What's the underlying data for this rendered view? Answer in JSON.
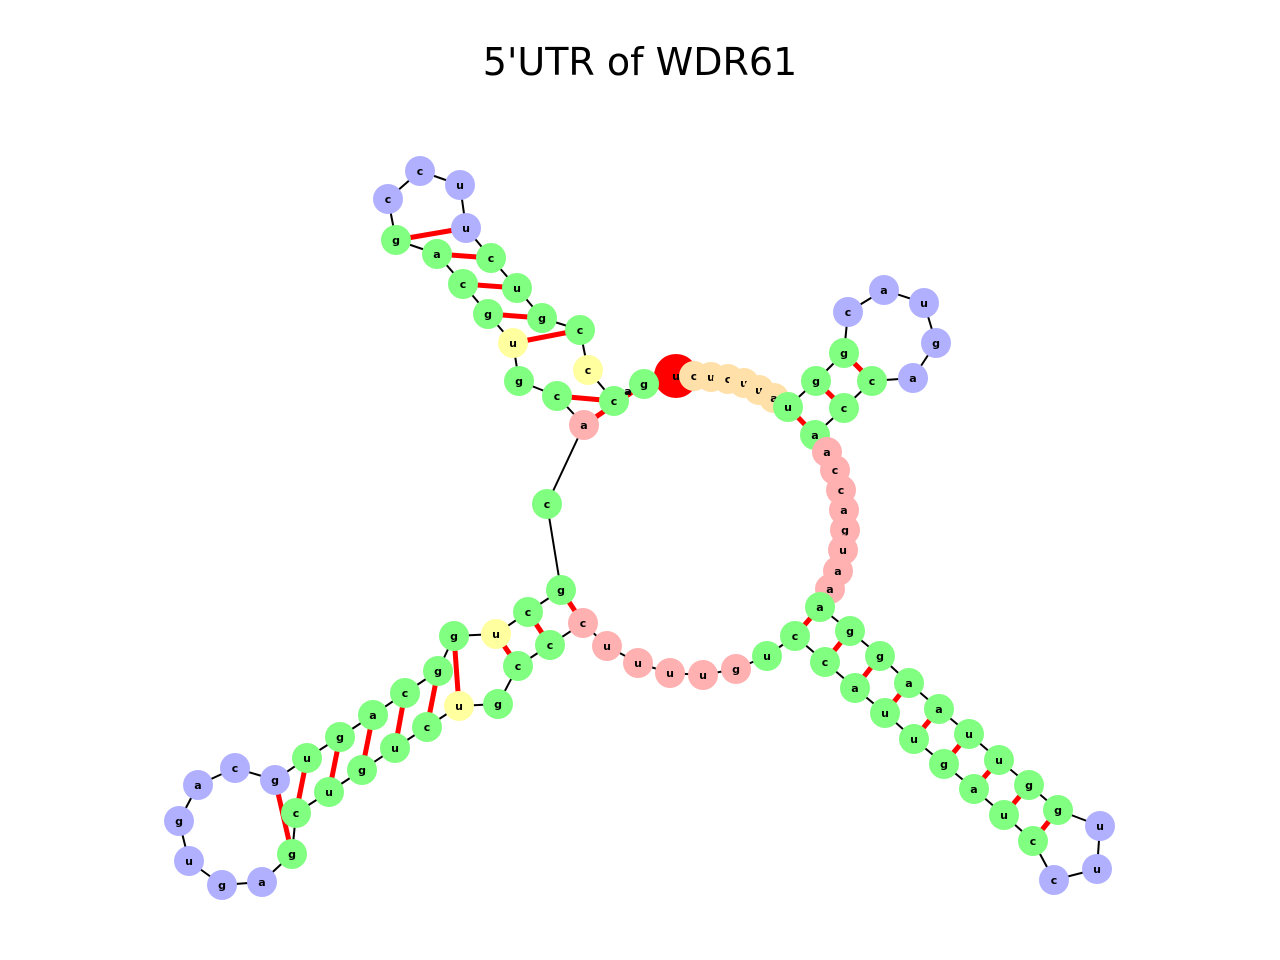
{
  "title": "5'UTR of WDR61",
  "colors": {
    "stem": "#80ff80",
    "hairpin_loop": "#b0b0ff",
    "bulge": "#ffffa0",
    "multiloop": "#ffb0b0",
    "five_prime_unpaired": "#ffe0a8",
    "start_marker": "#008000",
    "end_marker": "#ff0000",
    "pair_line": "#ff0000",
    "backbone": "#000000"
  },
  "strand_5prime": [
    "g",
    "c",
    "g",
    "u",
    "g",
    "c",
    "a",
    "g",
    "c",
    "u",
    "c",
    "c",
    "u",
    "u",
    "c",
    "g",
    "a",
    "g",
    "u",
    "c",
    "c",
    "c",
    "g",
    "a",
    "c",
    "u",
    "u",
    "c",
    "u",
    "u",
    "u",
    "u",
    "u",
    "g",
    "u",
    "g",
    "c",
    "c",
    "u",
    "g",
    "u",
    "u",
    "a",
    "g",
    "u",
    "c",
    "g",
    "g",
    "a",
    "g",
    "u",
    "u",
    "u",
    "a",
    "a",
    "u",
    "a",
    "c",
    "c",
    "a",
    "g",
    "u",
    "a",
    "u",
    "g",
    "u",
    "a",
    "c",
    "a",
    "a",
    "a",
    "g",
    "u",
    "c",
    "a",
    "g",
    "u",
    "c"
  ],
  "nucleotides": [
    {
      "b": "u",
      "t": "e"
    },
    {
      "b": "c",
      "t": "f"
    },
    {
      "b": "u",
      "t": "f"
    },
    {
      "b": "c",
      "t": "f"
    },
    {
      "b": "u",
      "t": "f"
    },
    {
      "b": "u",
      "t": "f"
    },
    {
      "b": "a",
      "t": "f"
    },
    {
      "b": "u",
      "t": "s"
    },
    {
      "b": "g",
      "t": "s"
    },
    {
      "b": "g",
      "t": "s"
    },
    {
      "b": "c",
      "t": "h"
    },
    {
      "b": "a",
      "t": "h"
    },
    {
      "b": "u",
      "t": "h"
    },
    {
      "b": "g",
      "t": "h"
    },
    {
      "b": "a",
      "t": "h"
    },
    {
      "b": "c",
      "t": "s"
    },
    {
      "b": "c",
      "t": "s"
    },
    {
      "b": "a",
      "t": "s"
    },
    {
      "b": "a",
      "t": "m"
    },
    {
      "b": "c",
      "t": "m"
    },
    {
      "b": "c",
      "t": "m"
    },
    {
      "b": "a",
      "t": "m"
    },
    {
      "b": "g",
      "t": "m"
    },
    {
      "b": "u",
      "t": "m"
    },
    {
      "b": "a",
      "t": "m"
    },
    {
      "b": "a",
      "t": "m"
    },
    {
      "b": "a",
      "t": "s"
    },
    {
      "b": "g",
      "t": "s"
    },
    {
      "b": "g",
      "t": "s"
    },
    {
      "b": "a",
      "t": "s"
    },
    {
      "b": "a",
      "t": "s"
    },
    {
      "b": "u",
      "t": "s"
    },
    {
      "b": "u",
      "t": "s"
    },
    {
      "b": "g",
      "t": "s"
    },
    {
      "b": "g",
      "t": "s"
    },
    {
      "b": "u",
      "t": "h"
    },
    {
      "b": "u",
      "t": "h"
    },
    {
      "b": "c",
      "t": "h"
    },
    {
      "b": "c",
      "t": "s"
    },
    {
      "b": "u",
      "t": "s"
    },
    {
      "b": "a",
      "t": "s"
    },
    {
      "b": "g",
      "t": "s"
    },
    {
      "b": "u",
      "t": "s"
    },
    {
      "b": "u",
      "t": "s"
    },
    {
      "b": "a",
      "t": "s"
    },
    {
      "b": "c",
      "t": "s"
    },
    {
      "b": "c",
      "t": "s"
    },
    {
      "b": "u",
      "t": "s"
    },
    {
      "b": "g",
      "t": "m"
    },
    {
      "b": "u",
      "t": "m"
    },
    {
      "b": "u",
      "t": "m"
    },
    {
      "b": "u",
      "t": "m"
    },
    {
      "b": "u",
      "t": "m"
    },
    {
      "b": "c",
      "t": "m"
    },
    {
      "b": "c",
      "t": "s"
    },
    {
      "b": "c",
      "t": "s"
    },
    {
      "b": "g",
      "t": "s"
    },
    {
      "b": "u",
      "t": "i"
    },
    {
      "b": "c",
      "t": "s"
    },
    {
      "b": "u",
      "t": "s"
    },
    {
      "b": "g",
      "t": "s"
    },
    {
      "b": "u",
      "t": "s"
    },
    {
      "b": "c",
      "t": "s"
    },
    {
      "b": "g",
      "t": "s"
    },
    {
      "b": "a",
      "t": "h"
    },
    {
      "b": "g",
      "t": "h"
    },
    {
      "b": "u",
      "t": "h"
    },
    {
      "b": "g",
      "t": "h"
    },
    {
      "b": "a",
      "t": "h"
    },
    {
      "b": "c",
      "t": "h"
    },
    {
      "b": "g",
      "t": "h"
    },
    {
      "b": "u",
      "t": "s"
    },
    {
      "b": "g",
      "t": "s"
    },
    {
      "b": "a",
      "t": "s"
    },
    {
      "b": "c",
      "t": "s"
    },
    {
      "b": "g",
      "t": "s"
    },
    {
      "b": "g",
      "t": "s"
    },
    {
      "b": "u",
      "t": "i"
    },
    {
      "b": "c",
      "t": "s"
    },
    {
      "b": "g",
      "t": "s"
    },
    {
      "b": "c",
      "t": "s"
    },
    {
      "b": "a",
      "t": "m"
    },
    {
      "b": "c",
      "t": "s"
    },
    {
      "b": "g",
      "t": "s"
    },
    {
      "b": "u",
      "t": "i"
    },
    {
      "b": "g",
      "t": "s"
    },
    {
      "b": "c",
      "t": "s"
    },
    {
      "b": "a",
      "t": "s"
    },
    {
      "b": "g",
      "t": "s"
    },
    {
      "b": "c",
      "t": "h"
    },
    {
      "b": "c",
      "t": "h"
    },
    {
      "b": "u",
      "t": "h"
    },
    {
      "b": "u",
      "t": "h"
    },
    {
      "b": "c",
      "t": "s"
    },
    {
      "b": "u",
      "t": "s"
    },
    {
      "b": "g",
      "t": "s"
    },
    {
      "b": "c",
      "t": "s"
    },
    {
      "b": "c",
      "t": "i"
    },
    {
      "b": "c",
      "t": "s"
    },
    {
      "b": "g",
      "t": "s"
    },
    {
      "b": "a",
      "t": "s"
    },
    {
      "b": "g",
      "t": "b"
    }
  ]
}
